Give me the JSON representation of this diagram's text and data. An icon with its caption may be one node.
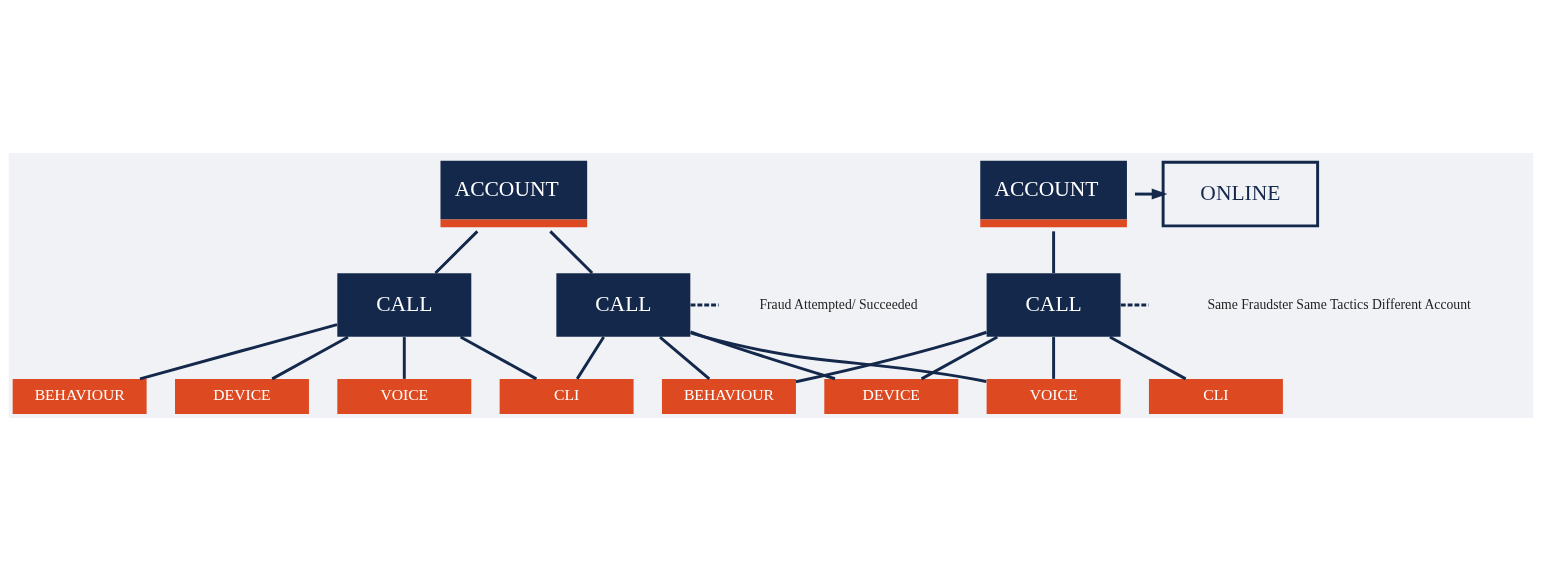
{
  "diagram": {
    "nodes": [
      {
        "text": [
          "ACCOUNT"
        ]
      },
      {
        "text": [
          "ACCOUNT"
        ]
      },
      {
        "text": [
          "ONLINE"
        ]
      },
      {
        "text": [
          "CALL"
        ]
      },
      {
        "text": [
          "Fraud Attempted/ Succeeded"
        ]
      },
      {
        "text": [
          "CALL"
        ]
      },
      {
        "text": [
          "CALL"
        ]
      },
      {
        "text": [
          "Same Fraudster Same Tactics Different Account"
        ]
      },
      {
        "text": [
          "BEHAVIOUR"
        ]
      },
      {
        "text": [
          "CLI"
        ]
      },
      {
        "text": [
          "DEVICE"
        ]
      },
      {
        "text": [
          "BEHAVIOUR"
        ]
      },
      {
        "text": [
          "VOICE"
        ]
      },
      {
        "text": [
          "CLI"
        ]
      },
      {
        "text": [
          "DEVICE"
        ]
      },
      {
        "text": [
          "VOICE"
        ]
      }
    ],
    "edges": [
      {
        "from": 0,
        "to": 3,
        "arrow": "none"
      },
      {
        "from": 0,
        "to": 5,
        "arrow": "none"
      },
      {
        "from": 1,
        "to": 2,
        "arrow": "to"
      },
      {
        "from": 1,
        "to": 6,
        "arrow": "none"
      },
      {
        "from": 5,
        "to": 4,
        "arrow": "none",
        "style": "dashed"
      },
      {
        "from": 6,
        "to": 7,
        "arrow": "none",
        "style": "dashed"
      },
      {
        "from": 3,
        "to": 8,
        "arrow": "none"
      },
      {
        "from": 3,
        "to": 10,
        "arrow": "none"
      },
      {
        "from": 3,
        "to": 12,
        "arrow": "none"
      },
      {
        "from": 3,
        "to": 13,
        "arrow": "none"
      },
      {
        "from": 5,
        "to": 13,
        "arrow": "none"
      },
      {
        "from": 5,
        "to": 14,
        "arrow": "none"
      },
      {
        "from": 5,
        "to": 15,
        "arrow": "none"
      },
      {
        "from": 5,
        "to": 11,
        "arrow": "none"
      },
      {
        "from": 6,
        "to": 14,
        "arrow": "none"
      },
      {
        "from": 6,
        "to": 15,
        "arrow": "none"
      },
      {
        "from": 6,
        "to": 11,
        "arrow": "none"
      },
      {
        "from": 6,
        "to": 9,
        "arrow": "none"
      }
    ]
  }
}
